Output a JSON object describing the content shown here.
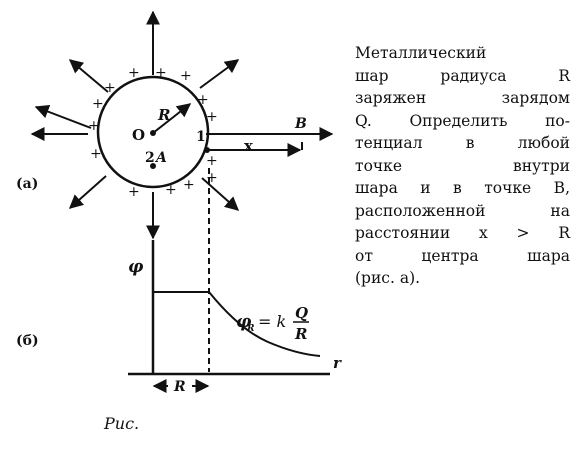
{
  "figure": {
    "part_a_label": "(а)",
    "part_b_label": "(б)",
    "center_label": "O",
    "radius_label": "R",
    "point_1_label": "1",
    "point_2_label": "2",
    "point_a_label": "A",
    "point_b_label": "B",
    "distance_label": "x",
    "charge_sign": "+",
    "phi_axis_label": "φ",
    "r_axis_label": "r",
    "formula": {
      "lhs": "φ",
      "lhs_sub": "R",
      "eq": "= k",
      "numerator": "Q",
      "denominator": "R"
    },
    "radius_span_label": "R"
  },
  "problem_text": [
    "Металлический",
    "шар радиуса R",
    "заряжен зарядом",
    "Q. Определить по-",
    "тенциал в любой",
    "точке     внутри",
    "шара и в точке B,",
    "расположенной на",
    "расстоянии x > R",
    "от центра шара",
    "(рис. а)."
  ],
  "caption": "Рис."
}
